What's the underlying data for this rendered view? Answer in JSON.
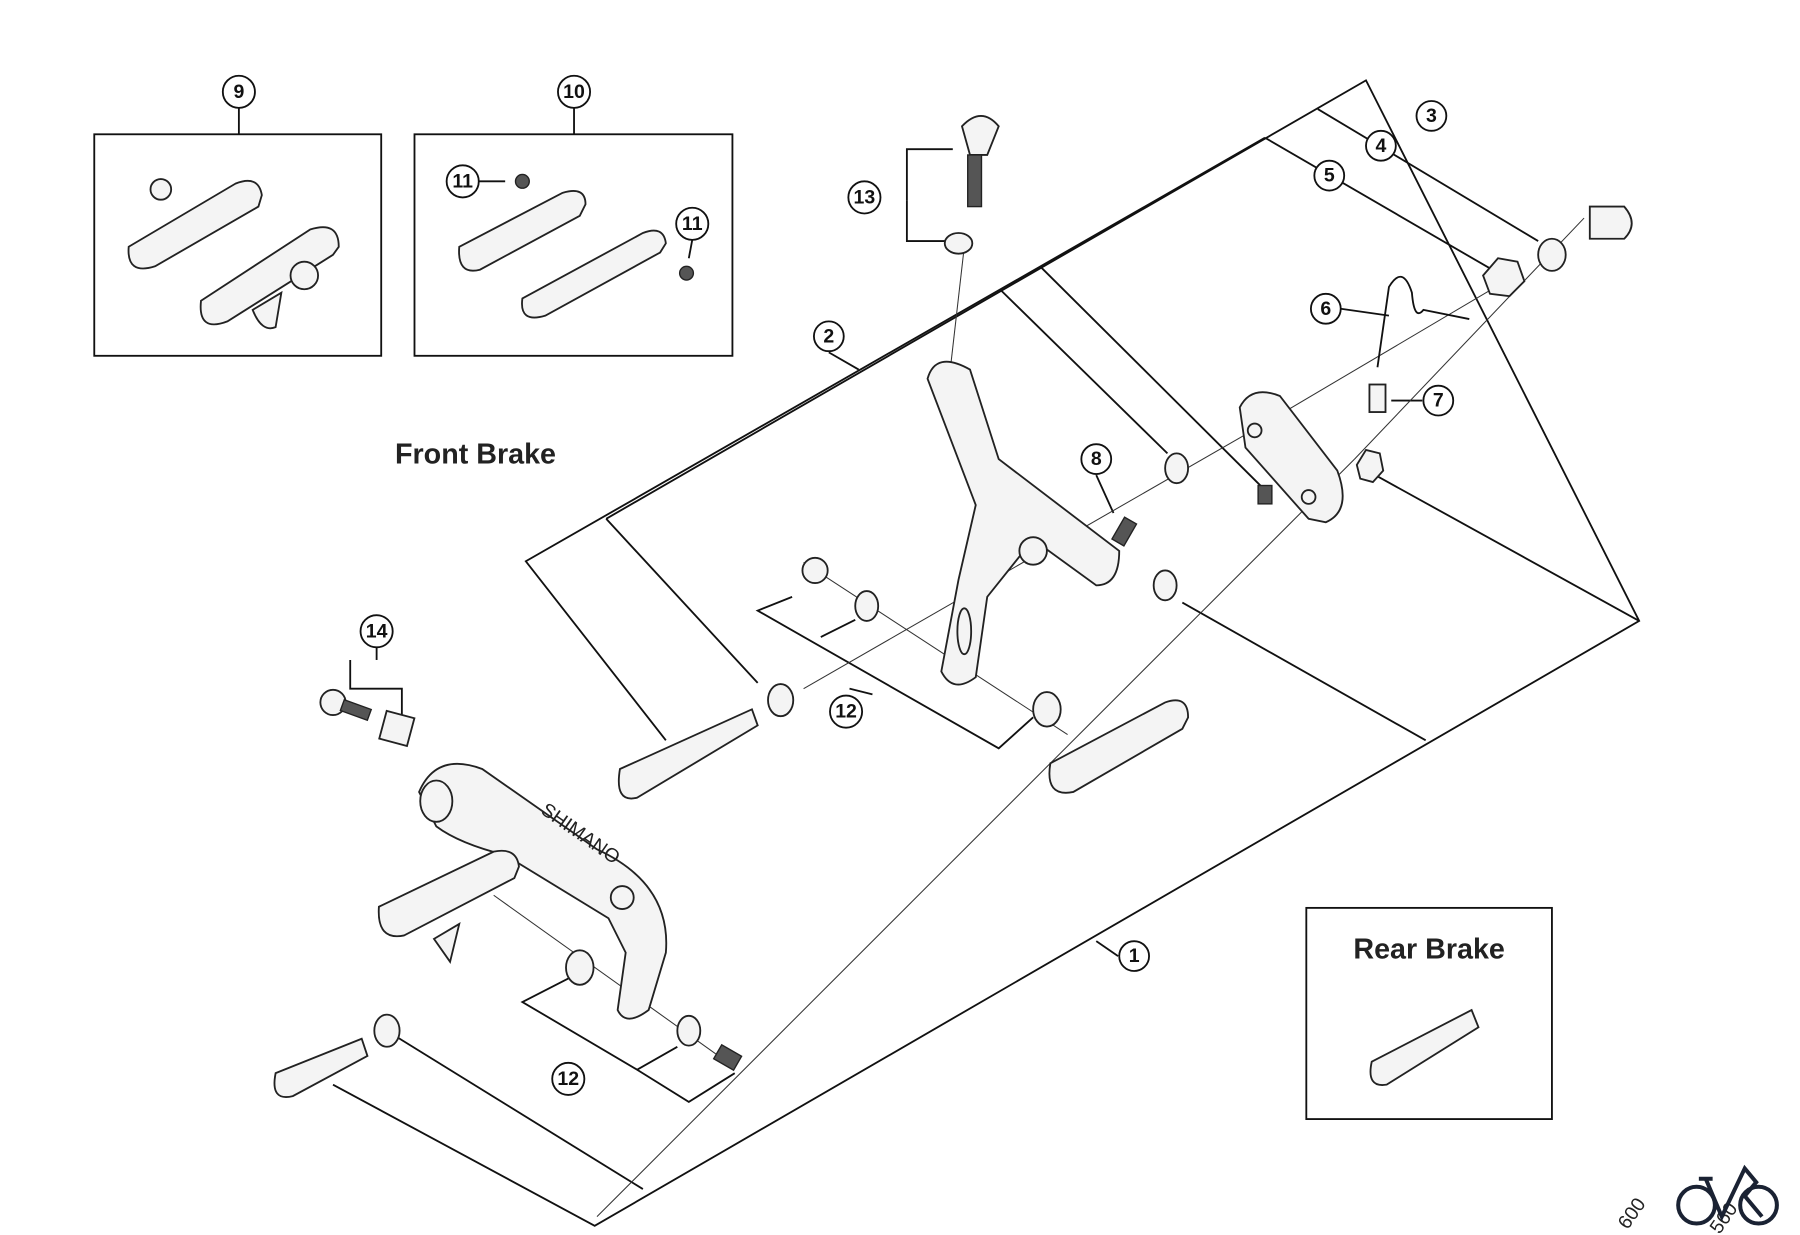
{
  "labels": {
    "front_brake": "Front Brake",
    "rear_brake": "Rear Brake",
    "brand_on_arm": "SHIMANO"
  },
  "callouts": [
    "1",
    "2",
    "3",
    "4",
    "5",
    "6",
    "7",
    "8",
    "9",
    "10",
    "11",
    "11",
    "12",
    "12",
    "13",
    "14"
  ],
  "watermark": {
    "text_a": "600",
    "text_b": "560",
    "logo": "bicycle-logo",
    "color": "#1a2233"
  }
}
